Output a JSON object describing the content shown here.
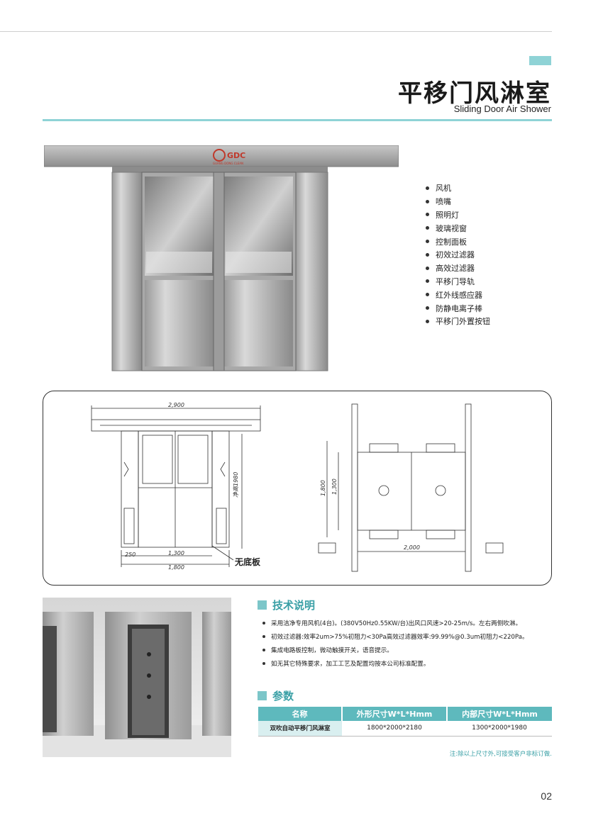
{
  "header": {
    "title_cn": "平移门风淋室",
    "title_en": "Sliding Door Air Shower",
    "accent_color": "#8fd3d6"
  },
  "photo": {
    "logo_text": "GDC",
    "logo_sub": "GUANG DONG CLEAN"
  },
  "features": [
    "风机",
    "喷嘴",
    "照明灯",
    "玻璃视窗",
    "控制面板",
    "初效过滤器",
    "高效过滤器",
    "平移门导轨",
    "红外线感应器",
    "防静电离子棒",
    "平移门外置按钮"
  ],
  "drawing": {
    "dim_top": "2,900",
    "dim_height_right": "净高1980",
    "dim_left_small": "250",
    "dim_inner_width": "1,300",
    "dim_outer_width": "1,800",
    "label_no_floor": "无底板",
    "dim_plan_1800": "1,800",
    "dim_plan_1300": "1,300",
    "dim_plan_2000": "2,000"
  },
  "tech": {
    "heading": "技术说明",
    "items": [
      "采用洁净专用风机(4台)。(380V50Hz0.55KW/台)出风口风速>20-25m/s。左右两侧吹淋。",
      "初效过滤器:效率2um>75%初阻力<30Pa高效过滤器效率:99.99%@0.3um初阻力<220Pa。",
      "集成电路板控制，微动触摸开关，语音提示。",
      "如无其它特殊要求，加工工艺及配置均按本公司标准配置。"
    ]
  },
  "params": {
    "heading": "参数",
    "columns": [
      "名称",
      "外形尺寸W*L*Hmm",
      "内部尺寸W*L*Hmm"
    ],
    "rows": [
      [
        "双吹自动平移门风淋室",
        "1800*2000*2180",
        "1300*2000*1980"
      ]
    ],
    "header_color": "#5eb9bd"
  },
  "note": "注:除以上尺寸外,可接受客户非标订做.",
  "page_number": "02"
}
